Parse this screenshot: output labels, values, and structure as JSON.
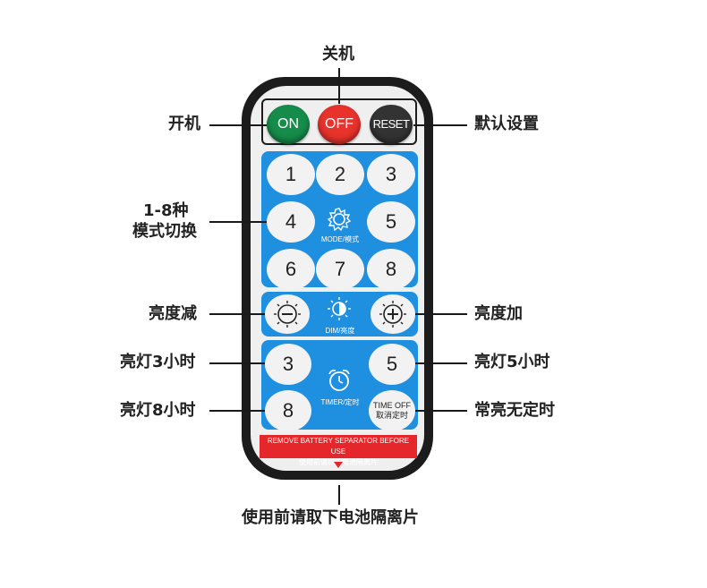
{
  "labels": {
    "power_off": "关机",
    "power_on": "开机",
    "reset_default": "默认设置",
    "mode_switch_line1": "1-8种",
    "mode_switch_line2": "模式切换",
    "dim_down": "亮度减",
    "dim_up": "亮度加",
    "timer_3h": "亮灯3小时",
    "timer_5h": "亮灯5小时",
    "timer_8h": "亮灯8小时",
    "timer_cancel": "常亮无定时",
    "remove_separator": "使用前请取下电池隔离片"
  },
  "remote": {
    "on": "ON",
    "off": "OFF",
    "reset": "RESET",
    "modes": [
      "1",
      "2",
      "3",
      "4",
      "5",
      "6",
      "7",
      "8"
    ],
    "mode_caption": "MODE/模式",
    "dim_caption": "DIM/亮度",
    "timer_caption": "TIMER/定时",
    "timer_3": "3",
    "timer_5": "5",
    "timer_8": "8",
    "time_off_line1": "TIME OFF",
    "time_off_line2": "取消定时",
    "warning_line1": "REMOVE BATTERY SEPARATOR BEFORE USE",
    "warning_line2": "使用前请取下电池隔离片"
  },
  "colors": {
    "on": "#168c4a",
    "off": "#e8322c",
    "reset": "#333333",
    "panel": "#1f8fe0",
    "warning": "#e5262a"
  }
}
